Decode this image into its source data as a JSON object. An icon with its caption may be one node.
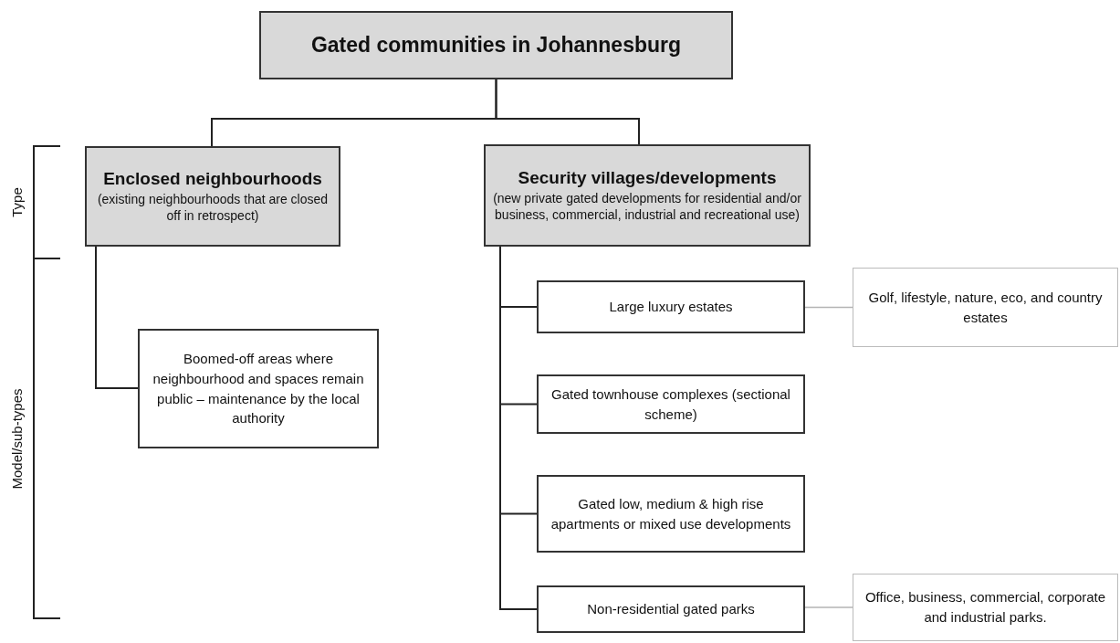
{
  "diagram": {
    "nodes": [
      {
        "text": [
          "Gated communities in Johannesburg"
        ]
      },
      {
        "text": [
          "Enclosed neighbourhoods",
          "(existing neighbourhoods that are closed off in retrospect)"
        ]
      },
      {
        "text": [
          "Security villages/developments",
          "(new private gated developments for residential and/or business, commercial, industrial and recreational use)"
        ]
      },
      {
        "text": [
          "Boomed-off areas where neighbourhood and spaces remain public – maintenance by the local authority"
        ]
      },
      {
        "text": [
          "Large luxury estates"
        ]
      },
      {
        "text": [
          "Golf, lifestyle, nature, eco, and country estates"
        ]
      },
      {
        "text": [
          "Gated townhouse complexes (sectional scheme)"
        ]
      },
      {
        "text": [
          "Gated low, medium & high rise apartments or mixed use developments"
        ]
      },
      {
        "text": [
          "Non-residential gated parks"
        ]
      },
      {
        "text": [
          "Office, business, commercial, corporate and industrial parks."
        ]
      }
    ],
    "edges": [
      {
        "from": 0,
        "to": 1,
        "arrow": "none"
      },
      {
        "from": 0,
        "to": 2,
        "arrow": "none"
      },
      {
        "from": 1,
        "to": 3,
        "arrow": "none"
      },
      {
        "from": 2,
        "to": 4,
        "arrow": "none"
      },
      {
        "from": 2,
        "to": 6,
        "arrow": "none"
      },
      {
        "from": 2,
        "to": 7,
        "arrow": "none"
      },
      {
        "from": 2,
        "to": 8,
        "arrow": "none"
      },
      {
        "from": 4,
        "to": 5,
        "arrow": "none",
        "color": "#b4b4b4"
      },
      {
        "from": 8,
        "to": 9,
        "arrow": "none",
        "color": "#b4b4b4"
      }
    ],
    "labels": [
      "Type",
      "Model/sub-types"
    ]
  }
}
